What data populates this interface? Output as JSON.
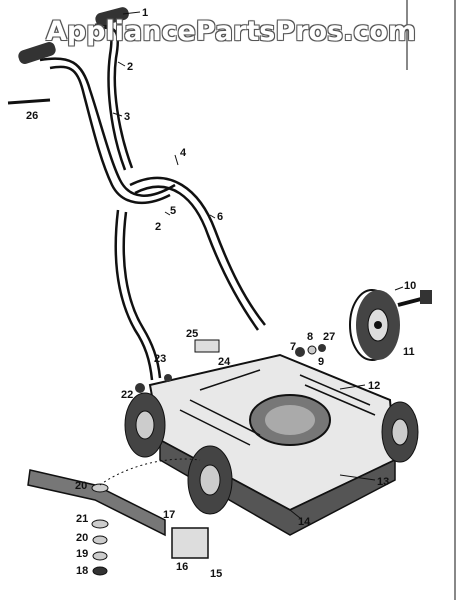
{
  "watermark": "AppliancePartsPros.com",
  "callouts": [
    {
      "id": "c1",
      "label": "1"
    },
    {
      "id": "c2a",
      "label": "2"
    },
    {
      "id": "c3",
      "label": "3"
    },
    {
      "id": "c26",
      "label": "26"
    },
    {
      "id": "c4",
      "label": "4"
    },
    {
      "id": "c5",
      "label": "5"
    },
    {
      "id": "c2b",
      "label": "2"
    },
    {
      "id": "c6",
      "label": "6"
    },
    {
      "id": "c10",
      "label": "10"
    },
    {
      "id": "c25",
      "label": "25"
    },
    {
      "id": "c8",
      "label": "8"
    },
    {
      "id": "c7",
      "label": "7"
    },
    {
      "id": "c27",
      "label": "27"
    },
    {
      "id": "c9",
      "label": "9"
    },
    {
      "id": "c11",
      "label": "11"
    },
    {
      "id": "c23",
      "label": "23"
    },
    {
      "id": "c24",
      "label": "24"
    },
    {
      "id": "c12",
      "label": "12"
    },
    {
      "id": "c22",
      "label": "22"
    },
    {
      "id": "c13",
      "label": "13"
    },
    {
      "id": "c20a",
      "label": "20"
    },
    {
      "id": "c14",
      "label": "14"
    },
    {
      "id": "c17",
      "label": "17"
    },
    {
      "id": "c21",
      "label": "21"
    },
    {
      "id": "c20b",
      "label": "20"
    },
    {
      "id": "c19",
      "label": "19"
    },
    {
      "id": "c18a",
      "label": "18"
    },
    {
      "id": "c16",
      "label": "16"
    },
    {
      "id": "c15",
      "label": "15"
    }
  ]
}
